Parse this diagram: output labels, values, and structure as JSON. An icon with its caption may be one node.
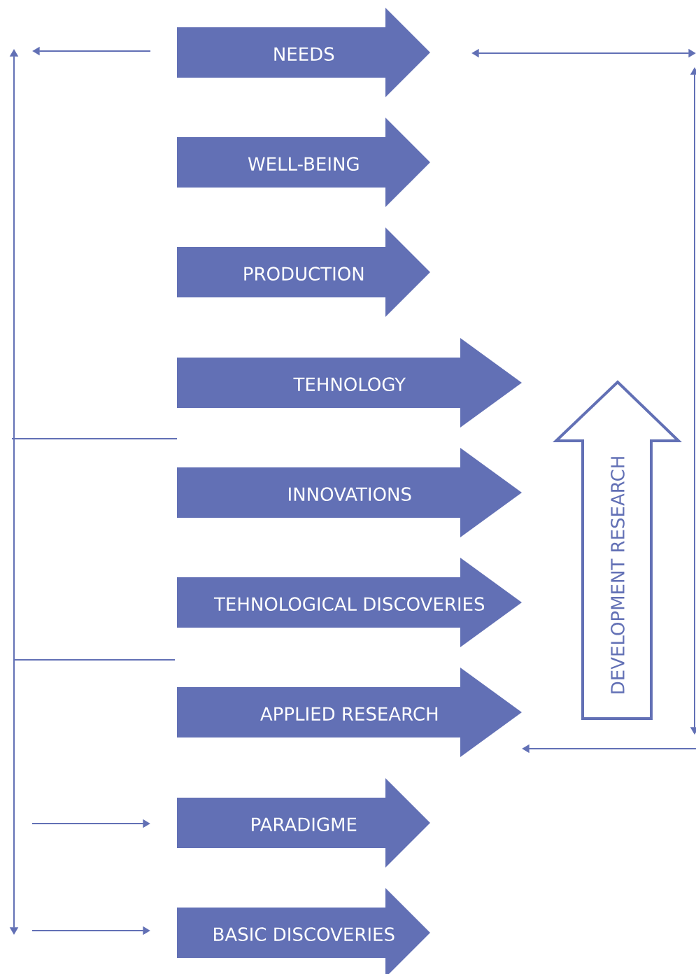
{
  "diagram": {
    "nodes": [
      {
        "text": [
          "NEEDS"
        ]
      },
      {
        "text": [
          "WELL-BEING"
        ]
      },
      {
        "text": [
          "PRODUCTION"
        ]
      },
      {
        "text": [
          "TEHNOLOGY"
        ]
      },
      {
        "text": [
          "INNOVATIONS"
        ]
      },
      {
        "text": [
          "TEHNOLOGICAL DISCOVERIES"
        ]
      },
      {
        "text": [
          "APPLIED RESEARCH"
        ]
      },
      {
        "text": [
          "PARADIGME"
        ]
      },
      {
        "text": [
          "BASIC DISCOVERIES"
        ]
      },
      {
        "text": [
          "DEVELOPMENT RESEARCH"
        ]
      }
    ]
  }
}
